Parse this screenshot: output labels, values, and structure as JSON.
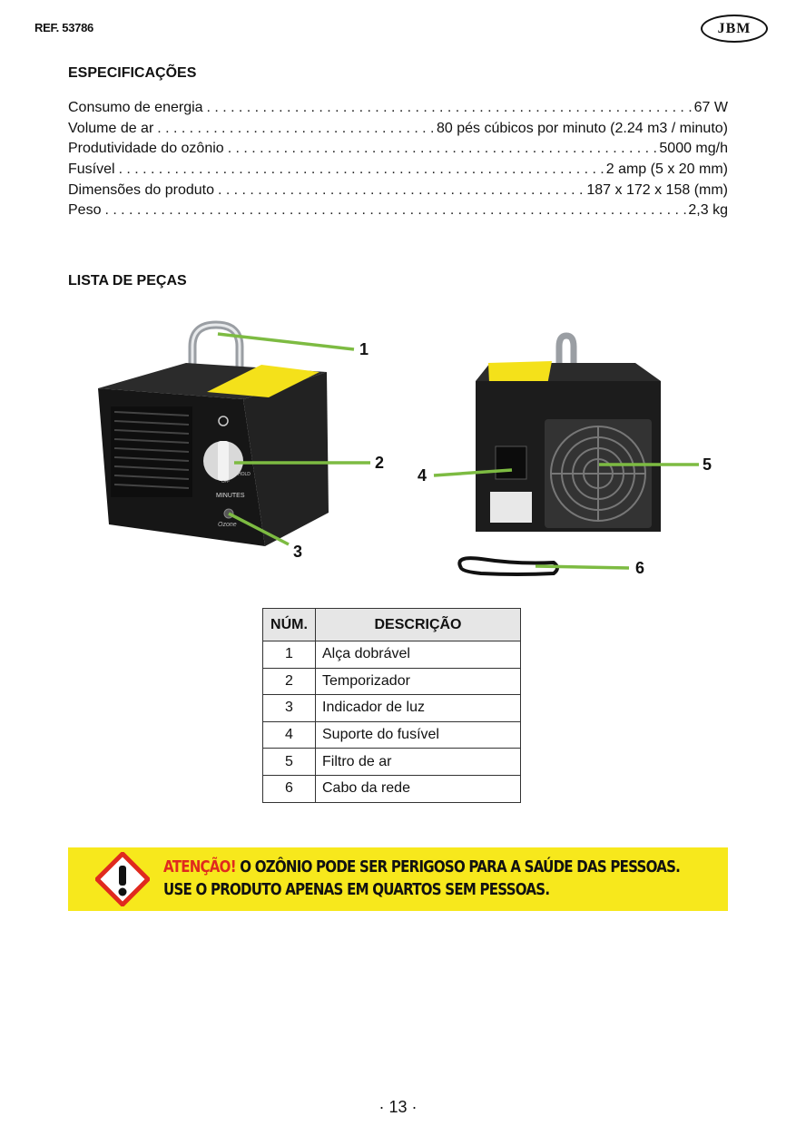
{
  "header": {
    "ref": "REF. 53786",
    "logo": "JBM"
  },
  "specs": {
    "title": "ESPECIFICAÇÕES",
    "rows": [
      {
        "label": "Consumo de energia",
        "value": "67 W"
      },
      {
        "label": "Volume de ar",
        "value": "80 pés cúbicos por minuto (2.24 m3 / minuto)"
      },
      {
        "label": "Produtividade do ozônio",
        "value": "5000 mg/h"
      },
      {
        "label": "Fusível",
        "value": "2 amp (5 x 20 mm)"
      },
      {
        "label": "Dimensões do produto",
        "value": "187 x 172 x 158 (mm)"
      },
      {
        "label": "Peso",
        "value": "2,3 kg"
      }
    ]
  },
  "parts": {
    "title": "LISTA DE PEÇAS",
    "callouts": [
      "1",
      "2",
      "3",
      "4",
      "5",
      "6"
    ],
    "device_labels": {
      "minutes": "MINUTES",
      "hold": "HOLD",
      "off": "OFF",
      "brand": "Ozone"
    },
    "table": {
      "headers": [
        "NÚM.",
        "DESCRIÇÃO"
      ],
      "rows": [
        {
          "num": "1",
          "desc": "Alça dobrável"
        },
        {
          "num": "2",
          "desc": "Temporizador"
        },
        {
          "num": "3",
          "desc": "Indicador de luz"
        },
        {
          "num": "4",
          "desc": "Suporte do fusível"
        },
        {
          "num": "5",
          "desc": "Filtro de ar"
        },
        {
          "num": "6",
          "desc": "Cabo da rede"
        }
      ]
    }
  },
  "warning": {
    "prefix": "ATENÇÃO!",
    "line1": " O OZÔNIO PODE SER PERIGOSO PARA A SAÚDE DAS PESSOAS.",
    "line2": "USE O PRODUTO APENAS EM QUARTOS SEM PESSOAS.",
    "accent_color": "#e02a1e",
    "background_color": "#f7e81c"
  },
  "footer": {
    "page": "· 13 ·"
  }
}
